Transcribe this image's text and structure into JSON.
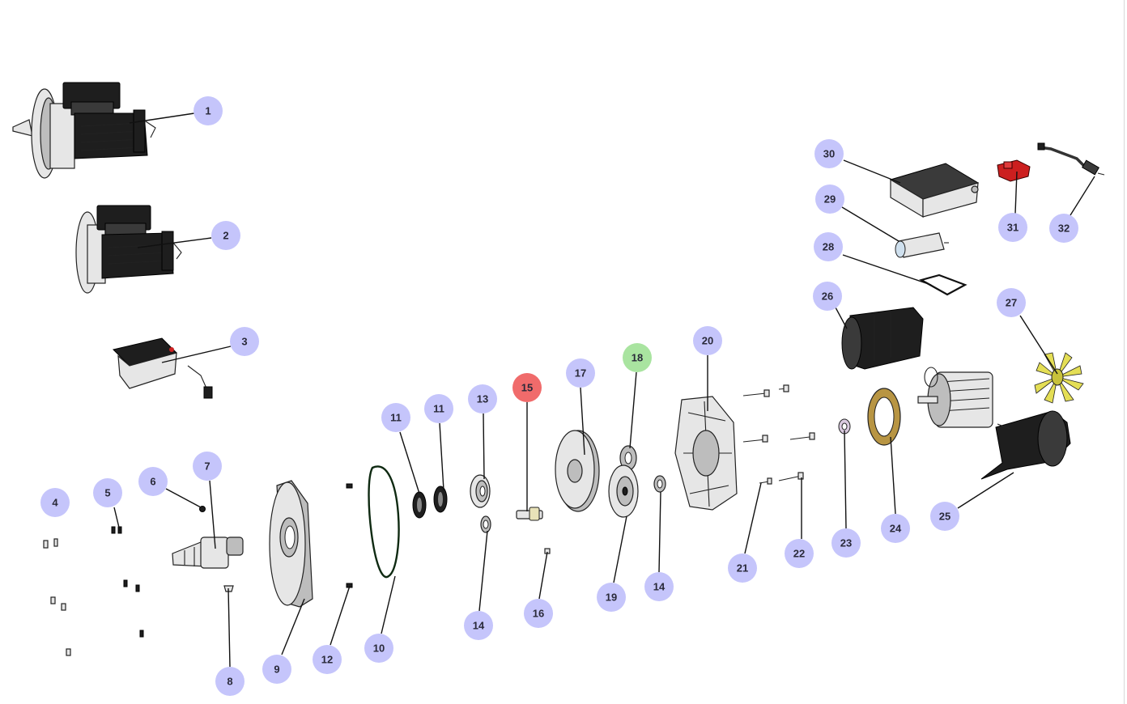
{
  "colors": {
    "badge_default": "#c5c5fb",
    "badge_highlight_red": "#f06b6b",
    "badge_highlight_green": "#a9e4a0",
    "badge_text": "#2a2a3a"
  },
  "callouts": [
    {
      "label": "1",
      "state": "default"
    },
    {
      "label": "2",
      "state": "default"
    },
    {
      "label": "3",
      "state": "default"
    },
    {
      "label": "4",
      "state": "default"
    },
    {
      "label": "5",
      "state": "default"
    },
    {
      "label": "6",
      "state": "default"
    },
    {
      "label": "7",
      "state": "default"
    },
    {
      "label": "8",
      "state": "default"
    },
    {
      "label": "9",
      "state": "default"
    },
    {
      "label": "10",
      "state": "default"
    },
    {
      "label": "11",
      "state": "default"
    },
    {
      "label": "11",
      "state": "default"
    },
    {
      "label": "12",
      "state": "default"
    },
    {
      "label": "13",
      "state": "default"
    },
    {
      "label": "14",
      "state": "default"
    },
    {
      "label": "14",
      "state": "default"
    },
    {
      "label": "15",
      "state": "highlight-red"
    },
    {
      "label": "16",
      "state": "default"
    },
    {
      "label": "17",
      "state": "default"
    },
    {
      "label": "18",
      "state": "highlight-green"
    },
    {
      "label": "19",
      "state": "default"
    },
    {
      "label": "20",
      "state": "default"
    },
    {
      "label": "21",
      "state": "default"
    },
    {
      "label": "22",
      "state": "default"
    },
    {
      "label": "23",
      "state": "default"
    },
    {
      "label": "24",
      "state": "default"
    },
    {
      "label": "25",
      "state": "default"
    },
    {
      "label": "26",
      "state": "default"
    },
    {
      "label": "27",
      "state": "default"
    },
    {
      "label": "28",
      "state": "default"
    },
    {
      "label": "29",
      "state": "default"
    },
    {
      "label": "30",
      "state": "default"
    },
    {
      "label": "31",
      "state": "default"
    },
    {
      "label": "32",
      "state": "default"
    }
  ]
}
